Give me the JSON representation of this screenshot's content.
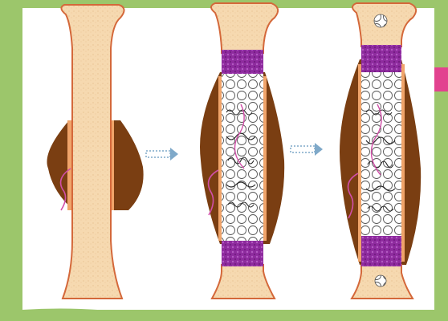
{
  "diagram": {
    "stages": [
      "bone-with-injury",
      "bone-with-graft-scaffold",
      "bone-with-healing-graft"
    ],
    "colors": {
      "background_green": "#9cc66b",
      "bone_fill": "#f6d9b0",
      "bone_outline": "#d4683a",
      "muscle_brown": "#7a3e12",
      "muscle_edge": "#f0a46a",
      "graft_purple": "#8e2b9e",
      "scaffold_white": "#ffffff",
      "suture_pink": "#d14fa8",
      "arrow_blue": "#7fa9c9",
      "accent_pink": "#e2428f"
    }
  }
}
